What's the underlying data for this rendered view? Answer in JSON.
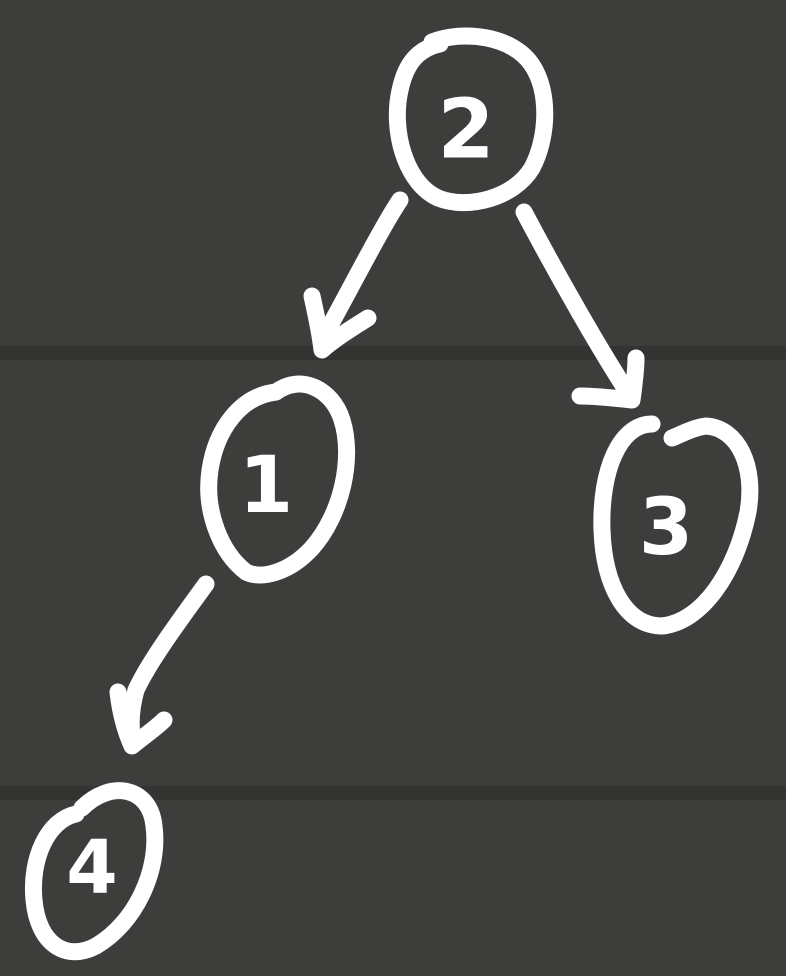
{
  "colors": {
    "background": "#3d3d3c",
    "divider": "#333332",
    "ink": "#ffffff"
  },
  "tree": {
    "nodes": [
      {
        "id": "2",
        "label": "2"
      },
      {
        "id": "1",
        "label": "1"
      },
      {
        "id": "3",
        "label": "3"
      },
      {
        "id": "4",
        "label": "4"
      }
    ],
    "edges": [
      {
        "from": "2",
        "to": "1"
      },
      {
        "from": "2",
        "to": "3"
      },
      {
        "from": "1",
        "to": "4"
      }
    ]
  }
}
